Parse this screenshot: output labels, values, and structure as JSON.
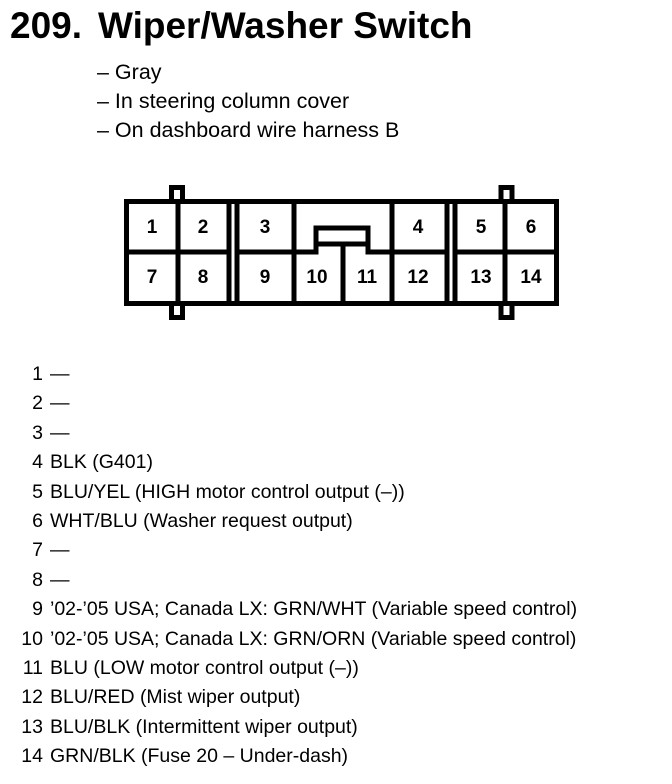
{
  "header": {
    "number": "209.",
    "title": "Wiper/Washer Switch"
  },
  "info": [
    "– Gray",
    "– In steering column cover",
    "– On dashboard wire harness B"
  ],
  "connector": {
    "top_row": [
      "1",
      "2",
      "3",
      "4",
      "5",
      "6"
    ],
    "bottom_row": [
      "7",
      "8",
      "9",
      "10",
      "11",
      "12",
      "13",
      "14"
    ]
  },
  "pins": [
    {
      "num": "1",
      "desc": "—"
    },
    {
      "num": "2",
      "desc": "—"
    },
    {
      "num": "3",
      "desc": "—"
    },
    {
      "num": "4",
      "desc": "BLK (G401)"
    },
    {
      "num": "5",
      "desc": "BLU/YEL (HIGH motor control output (–))"
    },
    {
      "num": "6",
      "desc": "WHT/BLU (Washer request output)"
    },
    {
      "num": "7",
      "desc": "—"
    },
    {
      "num": "8",
      "desc": "—"
    },
    {
      "num": "9",
      "desc": "’02-’05 USA; Canada LX: GRN/WHT (Variable speed control)"
    },
    {
      "num": "10",
      "desc": "’02-’05 USA; Canada LX: GRN/ORN (Variable speed control)"
    },
    {
      "num": "11",
      "desc": "BLU (LOW motor control output (–))"
    },
    {
      "num": "12",
      "desc": "BLU/RED (Mist wiper output)"
    },
    {
      "num": "13",
      "desc": "BLU/BLK (Intermittent wiper output)"
    },
    {
      "num": "14",
      "desc": "GRN/BLK (Fuse 20 – Under-dash)"
    }
  ]
}
